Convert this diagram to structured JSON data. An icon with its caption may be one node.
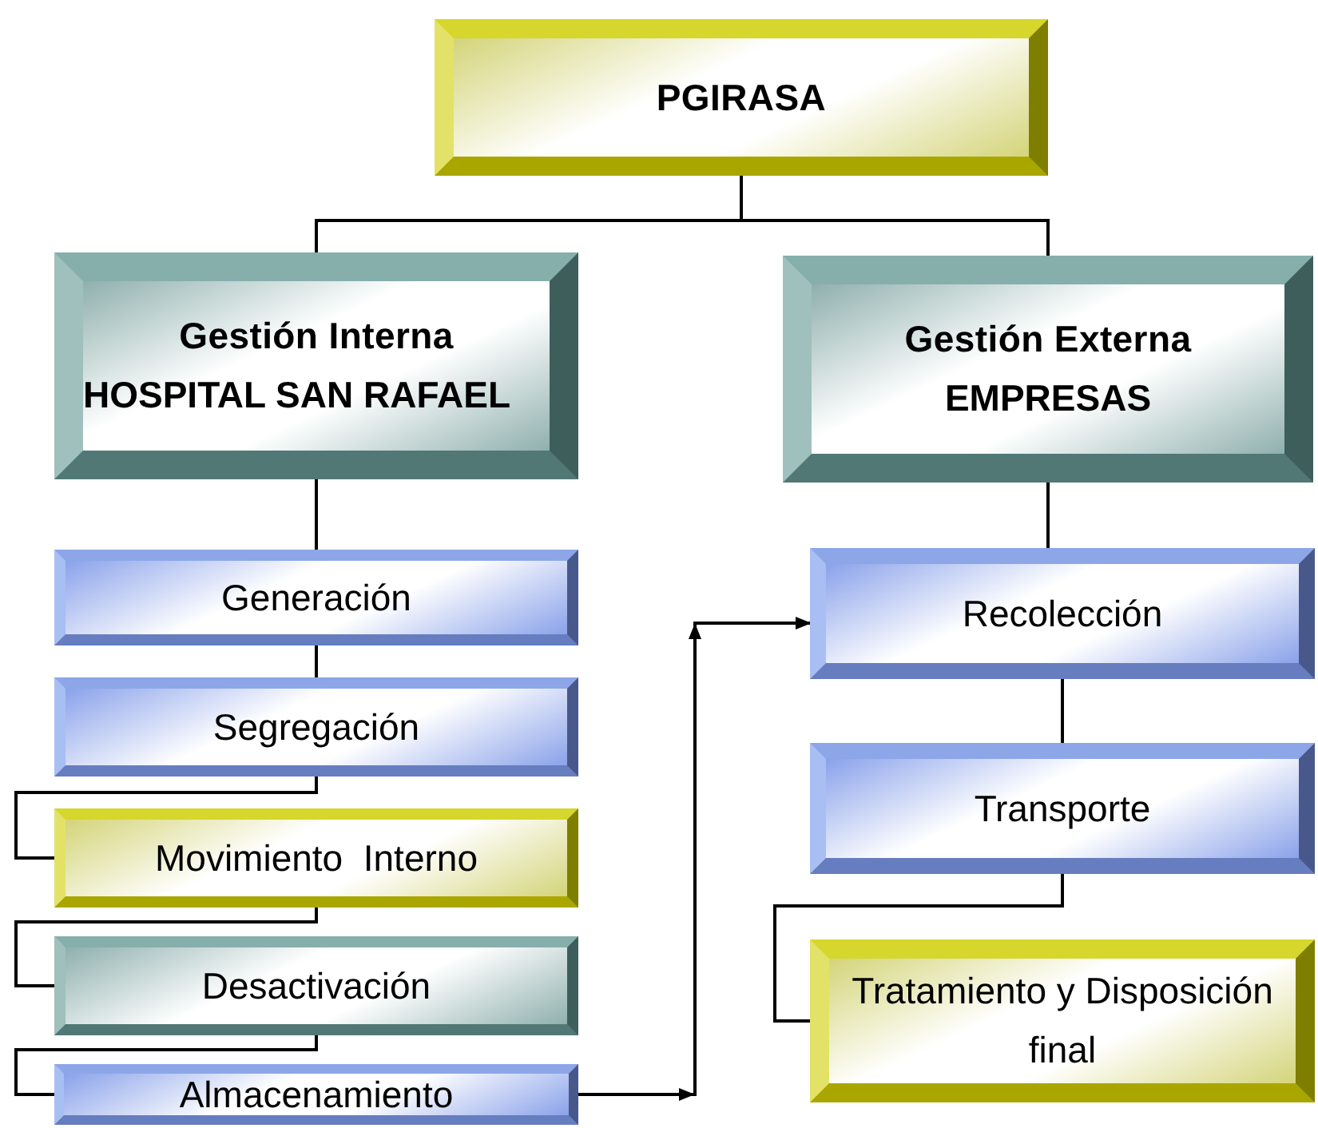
{
  "diagram": {
    "nodes": [
      {
        "text": [
          "PGIRASA"
        ]
      },
      {
        "text": [
          "Gestión Interna",
          "HOSPITAL SAN RAFAEL"
        ]
      },
      {
        "text": [
          "Gestión Externa",
          "EMPRESAS"
        ]
      },
      {
        "text": [
          "Generación"
        ]
      },
      {
        "text": [
          "Segregación"
        ]
      },
      {
        "text": [
          "Movimiento  Interno"
        ]
      },
      {
        "text": [
          "Desactivación"
        ]
      },
      {
        "text": [
          "Almacenamiento"
        ]
      },
      {
        "text": [
          "Recolección"
        ]
      },
      {
        "text": [
          "Transporte"
        ]
      },
      {
        "text": [
          "Tratamiento y Disposición final"
        ]
      }
    ],
    "edges": [
      {
        "from": 0,
        "to": 1,
        "arrow": "none"
      },
      {
        "from": 0,
        "to": 2,
        "arrow": "none"
      },
      {
        "from": 1,
        "to": 3,
        "arrow": "none"
      },
      {
        "from": 3,
        "to": 4,
        "arrow": "none"
      },
      {
        "from": 4,
        "to": 5,
        "arrow": "none"
      },
      {
        "from": 5,
        "to": 6,
        "arrow": "none"
      },
      {
        "from": 6,
        "to": 7,
        "arrow": "none"
      },
      {
        "from": 7,
        "to": 8,
        "arrow": "to"
      },
      {
        "from": 2,
        "to": 8,
        "arrow": "none"
      },
      {
        "from": 8,
        "to": 9,
        "arrow": "none"
      },
      {
        "from": 9,
        "to": 10,
        "arrow": "none"
      }
    ]
  }
}
